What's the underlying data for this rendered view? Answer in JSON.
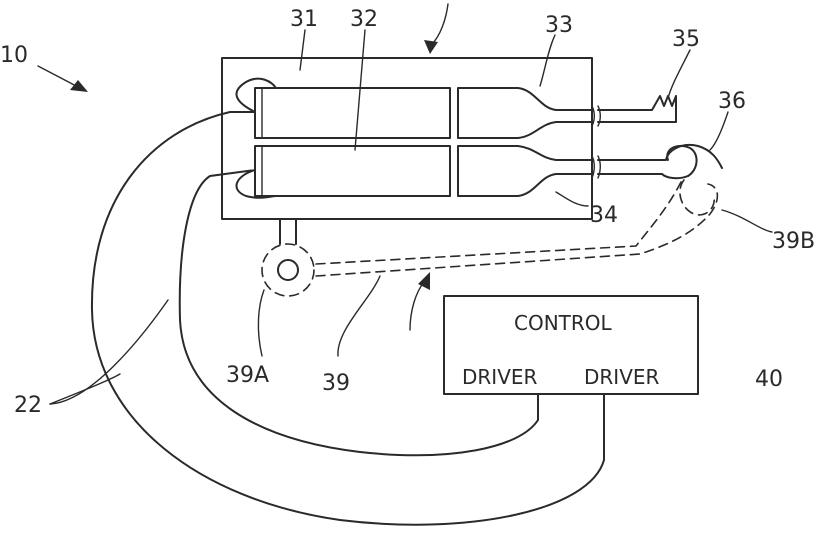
{
  "labels": {
    "ref_10": "10",
    "ref_31": "31",
    "ref_32": "32",
    "ref_33": "33",
    "ref_34": "34",
    "ref_35": "35",
    "ref_36": "36",
    "ref_39": "39",
    "ref_39a": "39A",
    "ref_39b": "39B",
    "ref_22": "22",
    "ref_40": "40"
  },
  "control_unit": {
    "title": "CONTROL",
    "driver_left": "DRIVER",
    "driver_right": "DRIVER"
  }
}
